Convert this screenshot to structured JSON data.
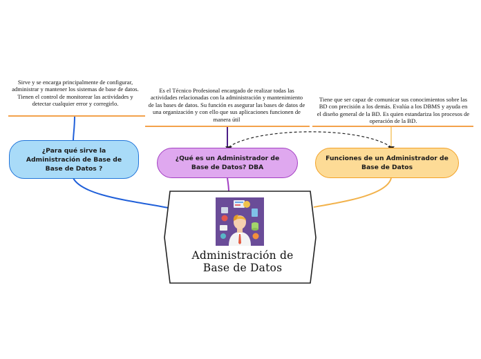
{
  "central_topic": {
    "title": "Administración de Base de Datos",
    "image_icon": "database-administrator-illustration"
  },
  "branches": [
    {
      "label": "¿Para qué sirve la Administración de Base de Base de Datos ?",
      "color": "#a9dbf8",
      "border": "#1f73d9",
      "note": "Sirve y se encarga principalmente de configurar, administrar y mantener los sistemas de base de datos. Tienen el control de monitorear las actividades y detectar cualquier error y corregirlo."
    },
    {
      "label": "¿Qué es un Administrador de Base de Datos? DBA",
      "color": "#dfa8ef",
      "border": "#a23fc2",
      "note": "Es el Técnico Profesional encargado de realizar todas las actividades relacionadas con la administración y mantenimiento de las bases de datos.  Su función es asegurar las bases de datos de una organización y con ello que sus aplicaciones funcionen de manera útil"
    },
    {
      "label": "Funciones de un Administrador de Base de Datos",
      "color": "#fddb96",
      "border": "#f2a126",
      "note": "Tiene que ser capaz de comunicar sus conocimientos sobre las BD con precisión a los demás. Evalúa a los DBMS y ayuda en el diseño general de la BD. Es quien estandariza los procesos de operación de la BD."
    }
  ],
  "colors": {
    "note_rule_left": "#f3a14a",
    "note_rule_middle": "#f3a14a",
    "note_rule_right": "#f3a14a",
    "line_blue": "#1f5fd9",
    "line_purple": "#7c3bc2",
    "line_orange": "#f2b24b"
  }
}
